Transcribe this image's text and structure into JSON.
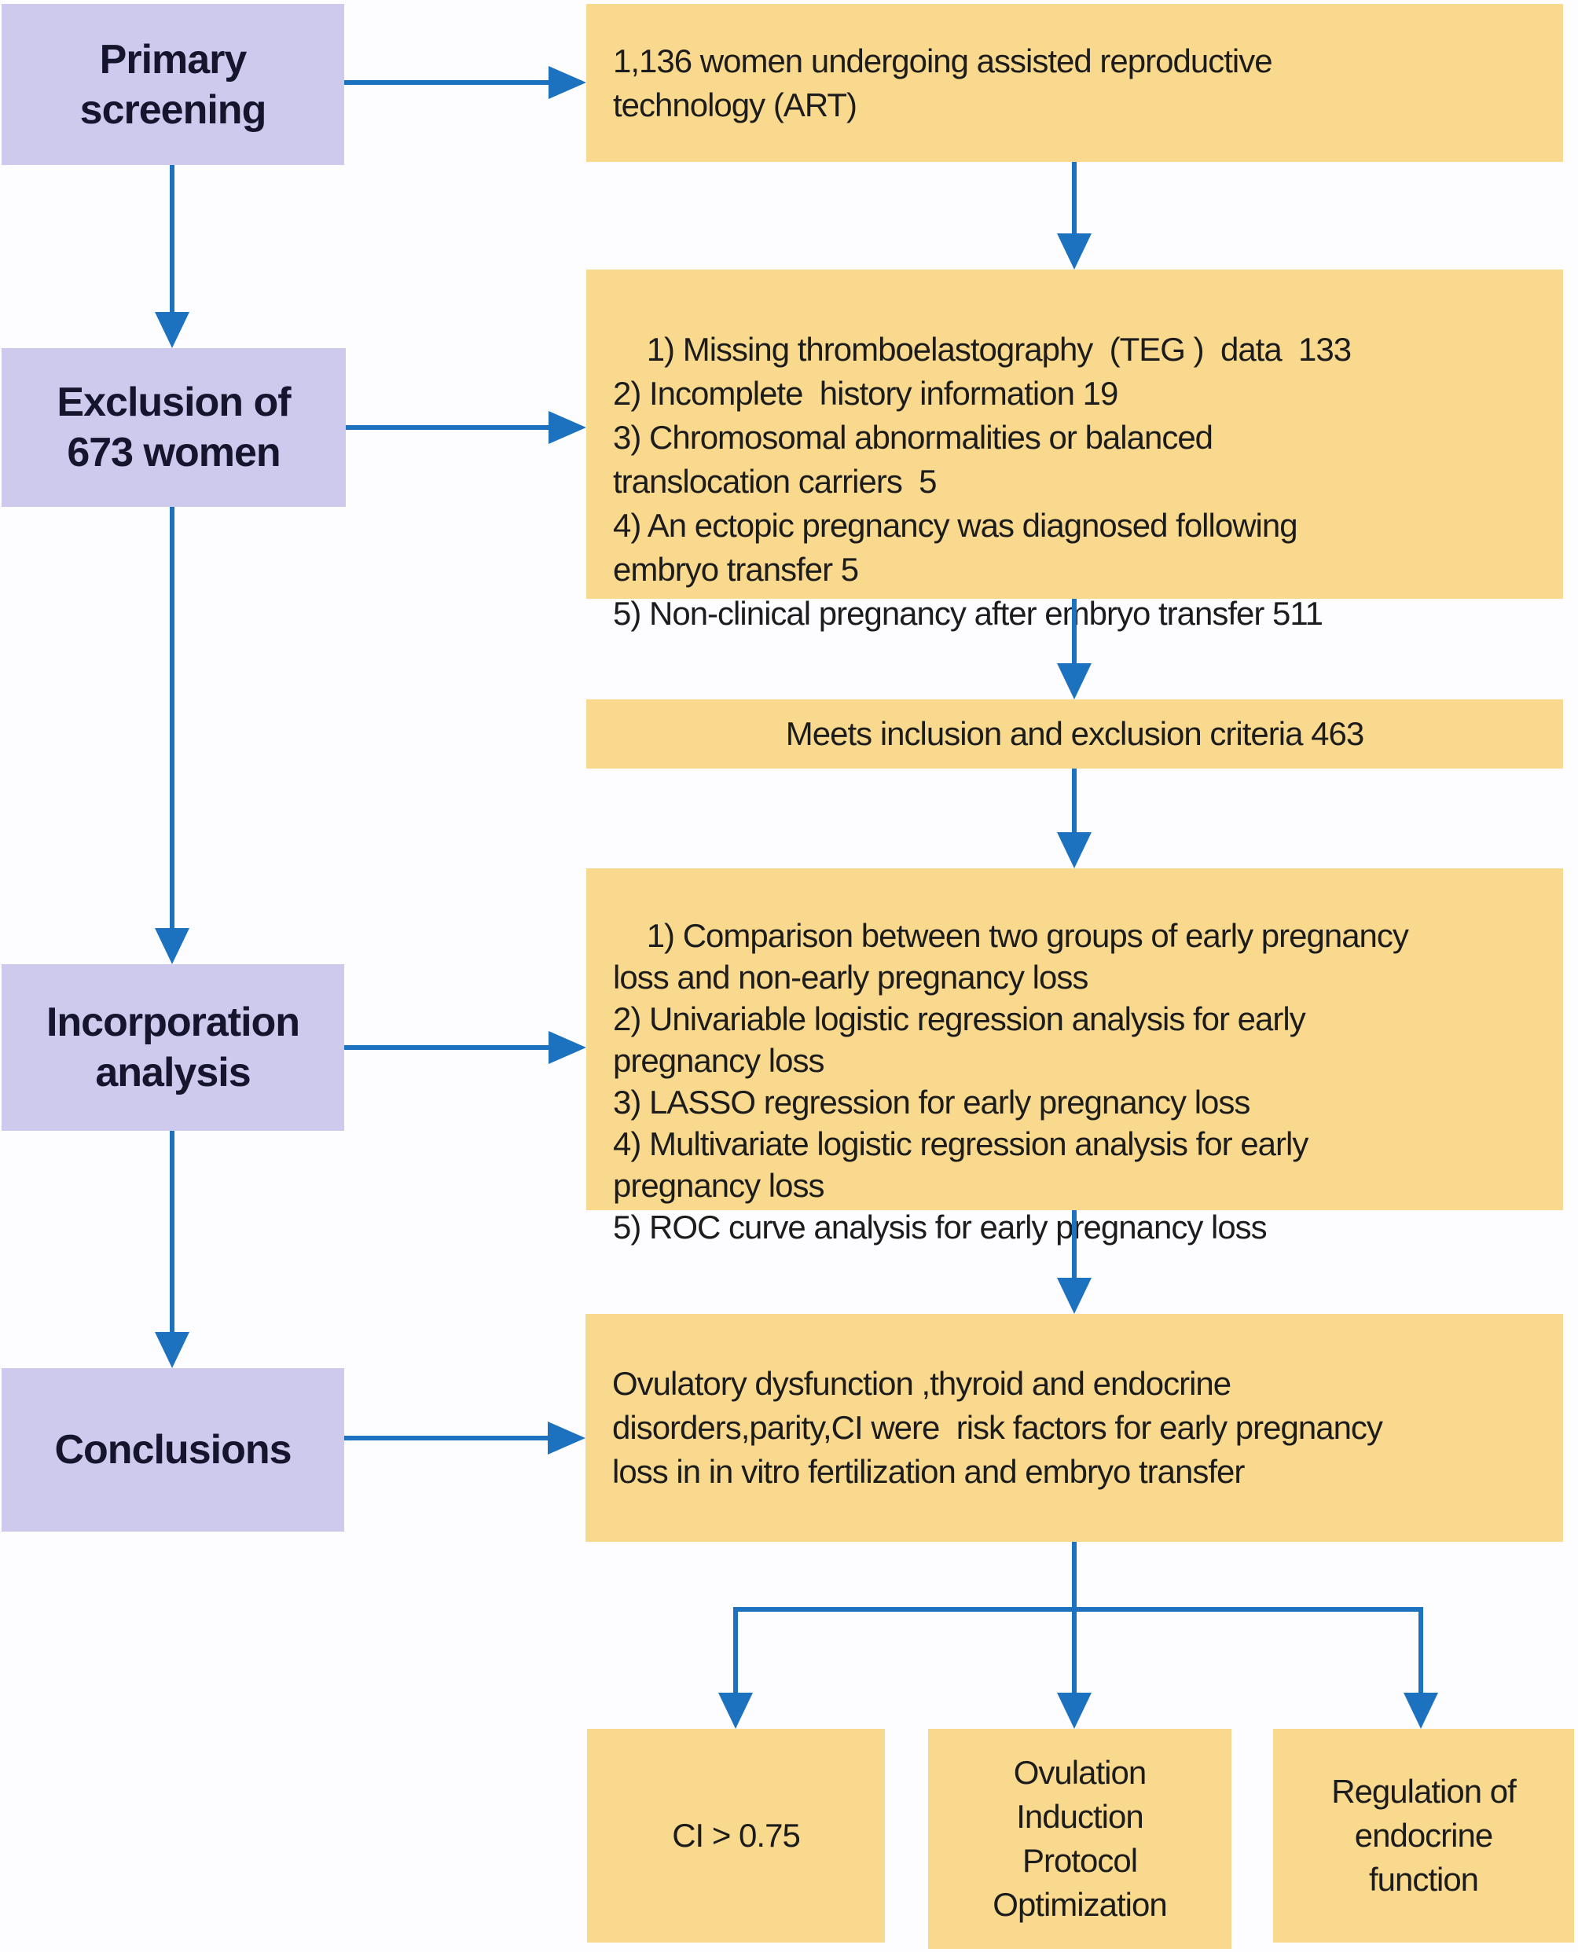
{
  "diagram": {
    "colors": {
      "stage_fill": "#cdcaee",
      "info_fill": "#f9d98e",
      "arrow_blue": "#1d72bf",
      "stage_text": "#15152e",
      "body_text": "#1c1c1c",
      "background": "#fdfdff"
    },
    "stages": {
      "primary": {
        "label": "Primary\nscreening"
      },
      "exclusion": {
        "label": "Exclusion of\n673 women"
      },
      "incorporation": {
        "label": "Incorporation\nanalysis"
      },
      "conclusions": {
        "label": "Conclusions"
      }
    },
    "flow": {
      "art_population": "1,136 women undergoing assisted reproductive\ntechnology (ART)",
      "exclusion_reasons": "1) Missing thromboelastography  (TEG )  data  133\n2) Incomplete  history information 19\n3) Chromosomal abnormalities or balanced\ntranslocation carriers  5\n4) An ectopic pregnancy was diagnosed following\nembryo transfer 5\n5) Non-clinical pregnancy after embryo transfer 511",
      "criteria": "Meets inclusion and exclusion criteria 463",
      "analyses": "1) Comparison between two groups of early pregnancy\nloss and non-early pregnancy loss\n2) Univariable logistic regression analysis for early\npregnancy loss\n3) LASSO regression for early pregnancy loss\n4) Multivariate logistic regression analysis for early\npregnancy loss\n5) ROC curve analysis for early pregnancy loss",
      "conclusion": "Ovulatory dysfunction ,thyroid and endocrine\ndisorders,parity,CI were  risk factors for early pregnancy\nloss in in vitro fertilization and embryo transfer",
      "outcomes": [
        {
          "label": "CI > 0.75"
        },
        {
          "label": "Ovulation\nInduction\nProtocol\nOptimization"
        },
        {
          "label": "Regulation of\nendocrine\nfunction"
        }
      ]
    }
  }
}
